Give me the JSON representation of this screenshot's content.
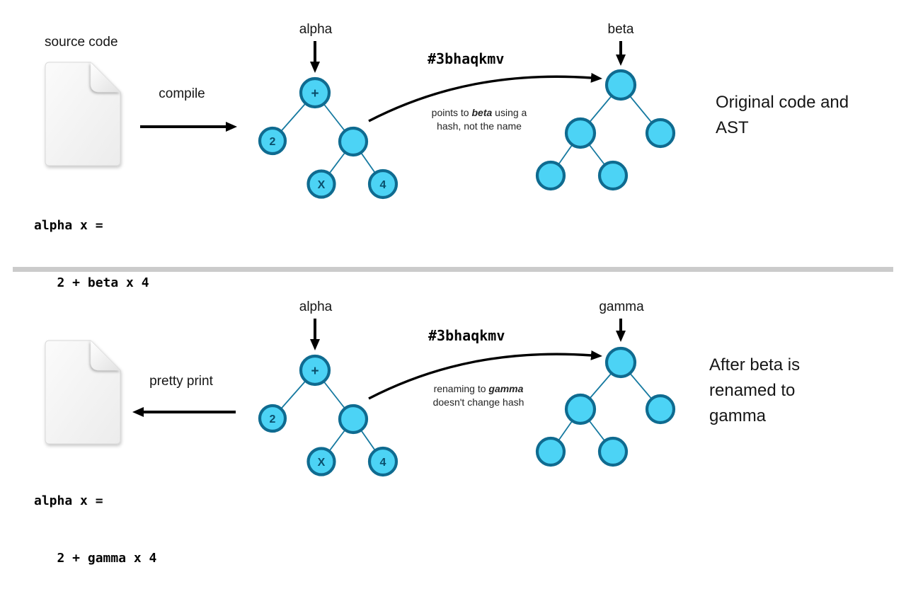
{
  "colors": {
    "node_fill": "#4CD3F5",
    "node_stroke": "#0F6B90",
    "tree_edge": "#1579A0",
    "node_text": "#0A4E6B",
    "arrow": "#000000",
    "divider": "#CBCBCB"
  },
  "top": {
    "source_label": "source code",
    "action_label": "compile",
    "code_lines": [
      "alpha x =",
      "   2 + beta x 4"
    ],
    "tree_name": "alpha",
    "node_labels": {
      "plus": "+",
      "two": "2",
      "x": "X",
      "four": "4"
    },
    "hash_label": "#3bhaqkmv",
    "note": {
      "before": "points to ",
      "emph": "beta",
      "after": " using a hash, not the name"
    },
    "ref_tree_name": "beta",
    "caption_lines": [
      "Original code and",
      "AST"
    ]
  },
  "bottom": {
    "action_label": "pretty print",
    "code_lines": [
      "alpha x =",
      "   2 + gamma x 4"
    ],
    "tree_name": "alpha",
    "node_labels": {
      "plus": "+",
      "two": "2",
      "x": "X",
      "four": "4"
    },
    "hash_label": "#3bhaqkmv",
    "note": {
      "before": "renaming to ",
      "emph": "gamma",
      "after": " doesn't change hash"
    },
    "ref_tree_name": "gamma",
    "caption_lines": [
      "After beta is",
      "renamed to",
      "gamma"
    ]
  }
}
